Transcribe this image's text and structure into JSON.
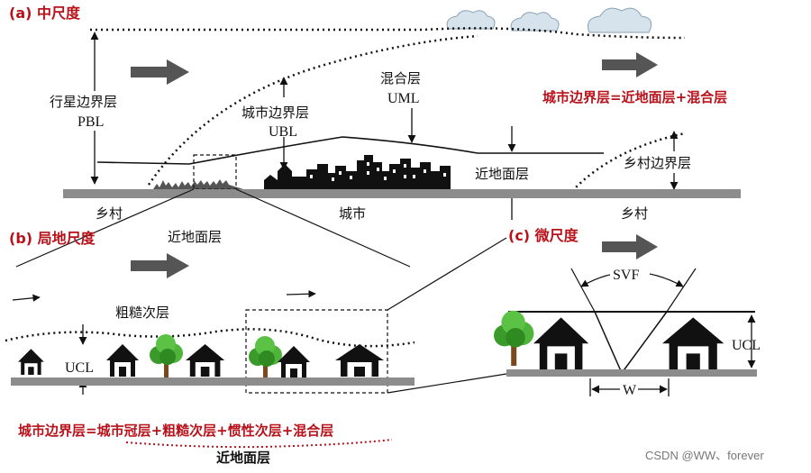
{
  "panel_a": {
    "label": "(a) 中尺度",
    "pbl": "行星边界层",
    "pbl_abbr": "PBL",
    "ubl": "城市边界层",
    "ubl_abbr": "UBL",
    "uml": "混合层",
    "uml_abbr": "UML",
    "surface_layer": "近地面层",
    "rural_bl": "乡村边界层",
    "rural_left": "乡村",
    "city": "城市",
    "rural_right": "乡村",
    "equation": "城市边界层=近地面层+混合层"
  },
  "panel_b": {
    "label": "(b) 局地尺度",
    "surface_layer": "近地面层",
    "roughness": "粗糙次层",
    "ucl": "UCL"
  },
  "panel_c": {
    "label": "(c) 微尺度",
    "svf": "SVF",
    "ucl": "UCL",
    "w": "W"
  },
  "bottom": {
    "equation": "城市边界层=城市冠层+粗糙次层+惯性次层+混合层",
    "surface_layer": "近地面层"
  },
  "watermark": "CSDN @WW、forever",
  "colors": {
    "red": "#b8121b",
    "ground": "#8c8c8c",
    "tree_green": "#3a9b2a",
    "arrow": "#555555",
    "cloud": "#d6e3ec"
  }
}
